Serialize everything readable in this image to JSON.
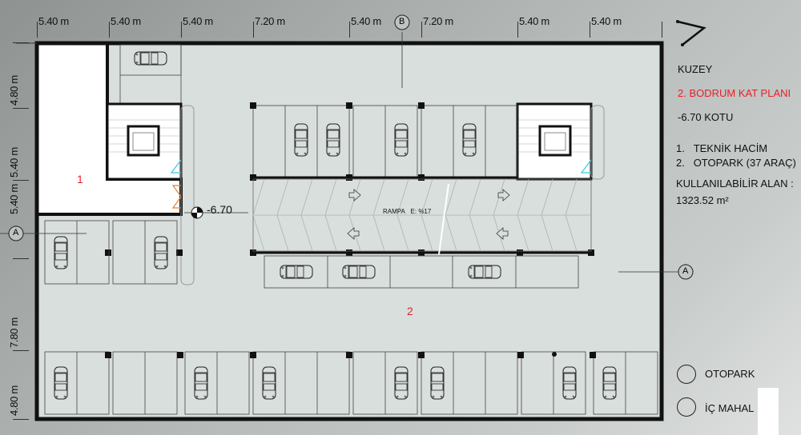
{
  "plan": {
    "title": "2. BODRUM KAT PLANI",
    "north_label": "KUZEY",
    "level_label": "-6.70 KOTU",
    "level_marker": "-6.70",
    "ramp_label": "RAMPA",
    "ramp_slope": "E: %17",
    "rooms": [
      {
        "number": "1",
        "label": "TEKNİK HACİM"
      },
      {
        "number": "2",
        "label": "OTOPARK (37 ARAÇ)"
      }
    ],
    "area_label": "KULLANILABİLİR ALAN :",
    "area_value": "1323.52 m²",
    "key": [
      {
        "label": "OTOPARK"
      },
      {
        "label": "İÇ MAHAL"
      }
    ],
    "section_markers": {
      "a_left": "A",
      "a_right": "A",
      "b_top": "B"
    },
    "colors": {
      "title": "#e8202a",
      "room_number": "#e8202a",
      "door_blue": "#3ec4e6",
      "door_orange": "#f07a2a",
      "floor": "#d9dfdc",
      "white_area": "#ffffff",
      "wall": "#111111"
    }
  },
  "dimensions": {
    "top": [
      "5.40 m",
      "5.40 m",
      "5.40 m",
      "7.20 m",
      "5.40 m",
      "7.20 m",
      "5.40 m",
      "5.40 m"
    ],
    "left": [
      "4.80 m",
      "5.40 m",
      "5.40 m",
      "7.80 m",
      "4.80 m"
    ]
  },
  "legend_list": {
    "item1_num": "1.",
    "item1_text": "TEKNİK HACİM",
    "item2_num": "2.",
    "item2_text": "OTOPARK (37 ARAÇ)"
  }
}
